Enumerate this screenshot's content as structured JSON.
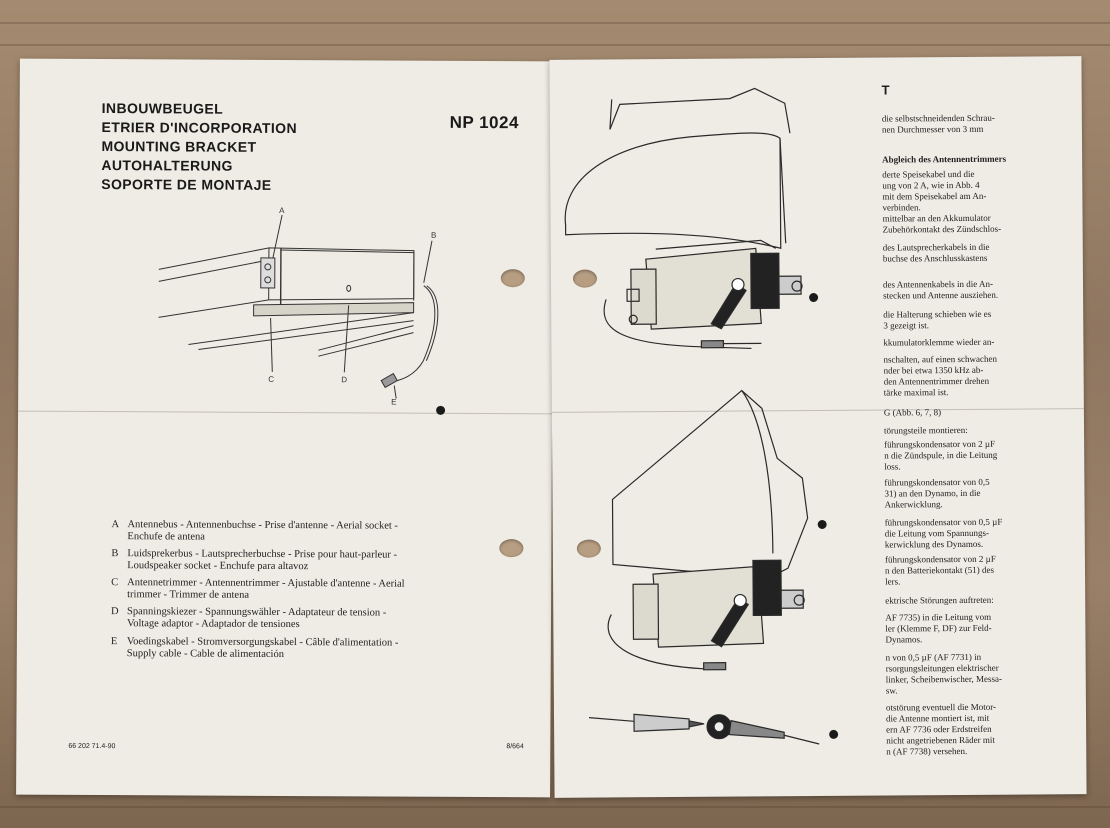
{
  "left_page": {
    "titles": [
      "INBOUWBEUGEL",
      "ETRIER D'INCORPORATION",
      "MOUNTING BRACKET",
      "AUTOHALTERUNG",
      "SOPORTE DE MONTAJE"
    ],
    "model": "NP 1024",
    "callouts": [
      "A",
      "B",
      "C",
      "D",
      "E"
    ],
    "legend": [
      {
        "letter": "A",
        "line1": "Antennebus - Antennenbuchse - Prise d'antenne - Aerial socket -",
        "line2": "Enchufe de antena"
      },
      {
        "letter": "B",
        "line1": "Luidsprekerbus - Lautsprecherbuchse - Prise pour haut-parleur -",
        "line2": "Loudspeaker socket - Enchufe para altavoz"
      },
      {
        "letter": "C",
        "line1": "Antennetrimmer - Antennentrimmer - Ajustable d'antenne - Aerial",
        "line2": "trimmer - Trimmer de antena"
      },
      {
        "letter": "D",
        "line1": "Spanningskiezer - Spannungswähler - Adaptateur de tension -",
        "line2": "Voltage adaptor - Adaptador de tensiones"
      },
      {
        "letter": "E",
        "line1": "Voedingskabel - Stromversorgungskabel - Câble d'alimentation -",
        "line2": "Supply cable - Cable de alimentación"
      }
    ],
    "footer_left": "66 202 71.4-90",
    "footer_right": "8/664"
  },
  "right_page": {
    "heading": "T",
    "lines": [
      {
        "text": "die selbstschneidenden Schrau-",
        "bold": false
      },
      {
        "text": "nen Durchmesser von 3 mm",
        "bold": false
      },
      {
        "text": "Abgleich des Antennentrimmers",
        "bold": true
      },
      {
        "text": "derte Speisekabel und die",
        "bold": false
      },
      {
        "text": "ung von 2 A, wie in Abb. 4",
        "bold": false
      },
      {
        "text": "mit dem Speisekabel am An-",
        "bold": false
      },
      {
        "text": "verbinden.",
        "bold": false
      },
      {
        "text": "mittelbar an den Akkumulator",
        "bold": false
      },
      {
        "text": "Zubehörkontakt des Zündschlos-",
        "bold": false
      },
      {
        "text": "des Lautsprecherkabels in die",
        "bold": false
      },
      {
        "text": "buchse des Anschlusskastens",
        "bold": false
      },
      {
        "text": "des Antennenkabels in die An-",
        "bold": false
      },
      {
        "text": "stecken und Antenne ausziehen.",
        "bold": false
      },
      {
        "text": "die Halterung schieben wie es",
        "bold": false
      },
      {
        "text": "3 gezeigt ist.",
        "bold": false
      },
      {
        "text": "kkumulatorklemme wieder an-",
        "bold": false
      },
      {
        "text": "nschalten, auf einen schwachen",
        "bold": false
      },
      {
        "text": "nder bei etwa 1350 kHz ab-",
        "bold": false
      },
      {
        "text": "den Antennentrimmer drehen",
        "bold": false
      },
      {
        "text": "tärke maximal ist.",
        "bold": false
      },
      {
        "text": "G (Abb. 6, 7, 8)",
        "bold": false
      },
      {
        "text": "törungsteile montieren:",
        "bold": false
      },
      {
        "text": "führungskondensator von 2 µF",
        "bold": false
      },
      {
        "text": "n die Zündspule, in die Leitung",
        "bold": false
      },
      {
        "text": "loss.",
        "bold": false
      },
      {
        "text": "führungskondensator von 0,5",
        "bold": false
      },
      {
        "text": "31) an den Dynamo, in die",
        "bold": false
      },
      {
        "text": "Ankerwicklung.",
        "bold": false
      },
      {
        "text": "führungskondensator von 0,5 µF",
        "bold": false
      },
      {
        "text": "die Leitung vom Spannungs-",
        "bold": false
      },
      {
        "text": "kerwicklung des Dynamos.",
        "bold": false
      },
      {
        "text": "führungskondensator von 2 µF",
        "bold": false
      },
      {
        "text": "n den Batteriekontakt (51) des",
        "bold": false
      },
      {
        "text": "lers.",
        "bold": false
      },
      {
        "text": "ektrische Störungen auftreten:",
        "bold": false
      },
      {
        "text": "AF 7735) in die Leitung vom",
        "bold": false
      },
      {
        "text": "ler (Klemme F, DF) zur Feld-",
        "bold": false
      },
      {
        "text": "Dynamos.",
        "bold": false
      },
      {
        "text": "n von 0,5 µF (AF 7731) in",
        "bold": false
      },
      {
        "text": "rsorgungsleitungen elektrischer",
        "bold": false
      },
      {
        "text": "linker, Scheibenwischer, Messa-",
        "bold": false
      },
      {
        "text": "sw.",
        "bold": false
      },
      {
        "text": "otstörung eventuell die Motor-",
        "bold": false
      },
      {
        "text": "die Antenne montiert ist, mit",
        "bold": false
      },
      {
        "text": "ern AF 7736 oder Erdstreifen",
        "bold": false
      },
      {
        "text": "nicht angetriebenen Räder mit",
        "bold": false
      },
      {
        "text": "n (AF 7738) versehen.",
        "bold": false
      }
    ]
  }
}
